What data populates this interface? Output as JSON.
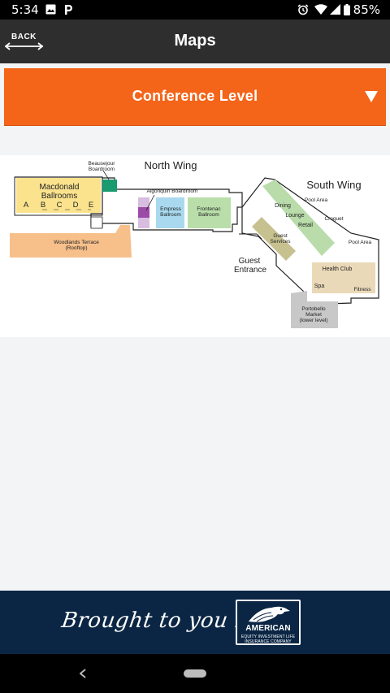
{
  "status_bar": {
    "time": "5:34",
    "battery": "85%"
  },
  "app_bar": {
    "back_label": "BACK",
    "title": "Maps"
  },
  "level_selector": {
    "selected": "Conference Level"
  },
  "map": {
    "north_wing": "North Wing",
    "south_wing": "South Wing",
    "beausejour_line1": "Beausejour",
    "beausejour_line2": "Boardroom",
    "macdonald_line1": "Macdonald",
    "macdonald_line2": "Ballrooms",
    "sections": [
      "A",
      "B",
      "C",
      "D",
      "E"
    ],
    "algonquin": "Algonquin Boardroom",
    "empress_line1": "Empress",
    "empress_line2": "Ballroom",
    "frontenac_line1": "Frontenac",
    "frontenac_line2": "Ballroom",
    "woodlands_line1": "Woodlands Terrace",
    "woodlands_line2": "(Rooftop)",
    "guest_entrance_line1": "Guest",
    "guest_entrance_line2": "Entrance",
    "dining": "Dining",
    "lounge": "Lounge",
    "retail": "Retail",
    "guest_services_line1": "Guest",
    "guest_services_line2": "Services",
    "pool_area_1": "Pool Area",
    "croquet": "Croquet",
    "pool_area_2": "Pool Area",
    "health_club": "Health Club",
    "spa": "Spa",
    "fitness": "Fitness",
    "portobello_line1": "Portobello",
    "portobello_line2": "Market",
    "portobello_line3": "(lower level)"
  },
  "sponsor": {
    "tagline": "Brought to you by",
    "logo_name": "AMERICAN",
    "logo_sub1": "EQUITY INVESTMENT LIFE",
    "logo_sub2": "INSURANCE COMPANY"
  },
  "colors": {
    "accent": "#f46419",
    "app_bar": "#2e2e2e",
    "banner": "#0b2644",
    "macdonald": "#fbe38e",
    "beausejour": "#1a9a6f",
    "empress": "#a9d9ef",
    "frontenac": "#b9deaa",
    "woodlands": "#f7c08b",
    "dining_lounge": "#b9dcaa",
    "guest_services": "#c7c190",
    "health_club": "#ead9b8",
    "portobello": "#c8c8c8"
  }
}
